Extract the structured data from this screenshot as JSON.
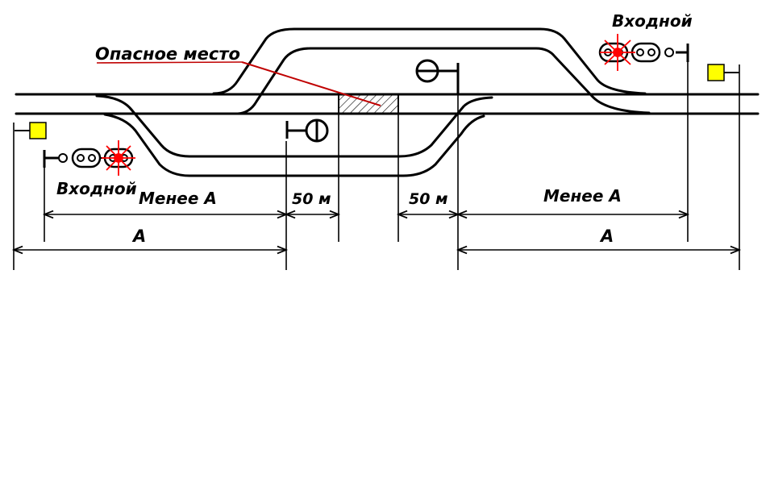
{
  "labels": {
    "danger_place": "Опасное место",
    "entry_signal_right": "Входной",
    "entry_signal_left": "Входной",
    "less_a_left": "Менее А",
    "less_a_right": "Менее А",
    "fifty_left": "50 м",
    "fifty_right": "50 м",
    "a_left": "А",
    "a_right": "А"
  },
  "colors": {
    "track": "#000000",
    "danger_pointer": "#c00000",
    "signal_red": "#ff0000",
    "warning_sign": "#ffff00"
  },
  "icons": {
    "warning_sign": "yellow-square-sign",
    "entry_signal": "entry-signal-lit-red",
    "shunting_signal": "shunting-signal-bar"
  }
}
